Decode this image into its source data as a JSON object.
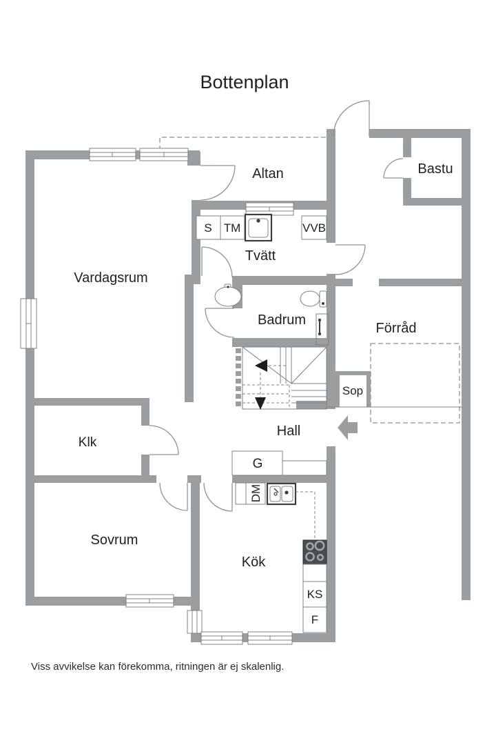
{
  "title": "Bottenplan",
  "disclaimer": "Viss avvikelse kan förekomma, ritningen är ej skalenlig.",
  "colors": {
    "wall": "#9a9ea1",
    "line": "#7c8083",
    "door": "#8e9194",
    "text": "#202124",
    "dark": "#3a3d40"
  },
  "rooms": {
    "altan": "Altan",
    "bastu": "Bastu",
    "vardagsrum": "Vardagsrum",
    "tvatt": "Tvätt",
    "badrum": "Badrum",
    "forrad": "Förråd",
    "sop": "Sop",
    "hall": "Hall",
    "klk": "Klk",
    "sovrum": "Sovrum",
    "kok": "Kök"
  },
  "fixtures": {
    "s": "S",
    "tm": "TM",
    "vvb": "VVB",
    "g": "G",
    "dm": "DM",
    "ks": "KS",
    "f": "F"
  }
}
